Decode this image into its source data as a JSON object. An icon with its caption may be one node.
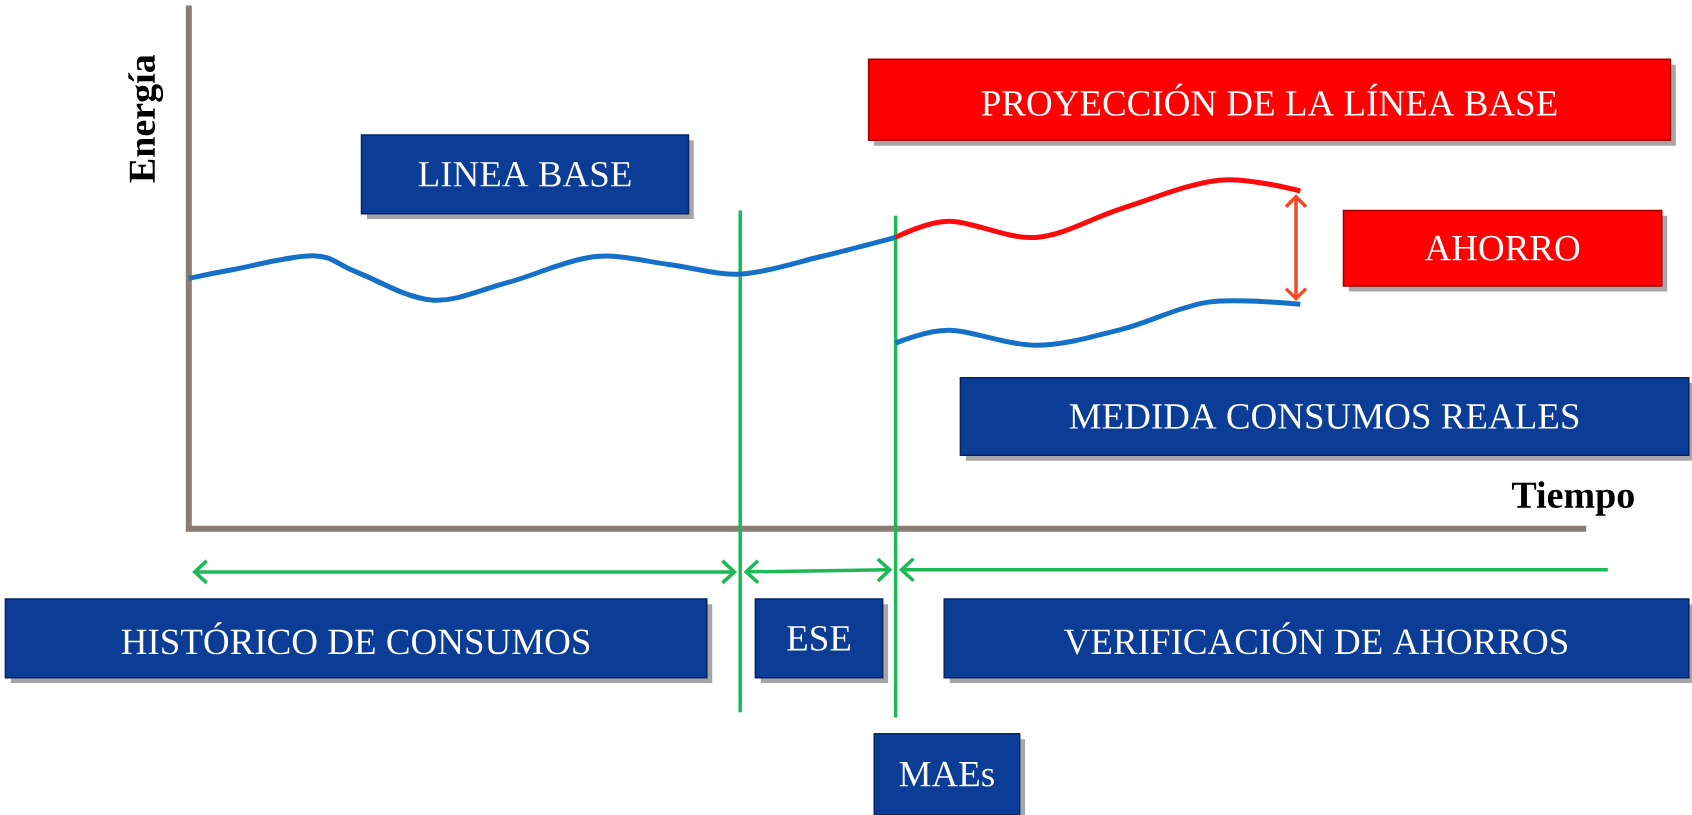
{
  "diagram": {
    "nodes": [
      {
        "text": [
          "LINEA BASE"
        ]
      },
      {
        "text": [
          "PROYECCIÓN DE LA LÍNEA BASE"
        ]
      },
      {
        "text": [
          "AHORRO"
        ]
      },
      {
        "text": [
          "MEDIDA CONSUMOS REALES"
        ]
      },
      {
        "text": [
          "HISTÓRICO DE CONSUMOS"
        ]
      },
      {
        "text": [
          "ESE"
        ]
      },
      {
        "text": [
          "VERIFICACIÓN DE AHORROS"
        ]
      },
      {
        "text": [
          "MAEs"
        ]
      }
    ],
    "labels": [
      "Energía",
      "Tiempo"
    ]
  }
}
